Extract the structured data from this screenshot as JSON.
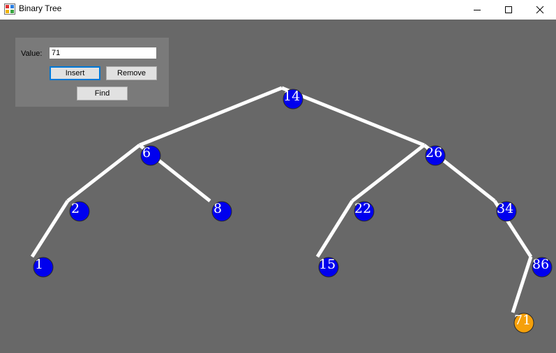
{
  "window": {
    "title": "Binary Tree"
  },
  "controls": {
    "value_label": "Value:",
    "value_input": "71",
    "insert_label": "Insert",
    "remove_label": "Remove",
    "find_label": "Find"
  },
  "colors": {
    "canvas_bg": "#686868",
    "panel_bg": "#7a7a7a",
    "edge": "#ffffff",
    "node_default": "#0000ee",
    "node_highlight": "#f5a00a"
  },
  "tree": {
    "nodes": [
      {
        "id": "n14",
        "label": "14",
        "highlight": false
      },
      {
        "id": "n6",
        "label": "6",
        "highlight": false
      },
      {
        "id": "n26",
        "label": "26",
        "highlight": false
      },
      {
        "id": "n2",
        "label": "2",
        "highlight": false
      },
      {
        "id": "n8",
        "label": "8",
        "highlight": false
      },
      {
        "id": "n22",
        "label": "22",
        "highlight": false
      },
      {
        "id": "n34",
        "label": "34",
        "highlight": false
      },
      {
        "id": "n1",
        "label": "1",
        "highlight": false
      },
      {
        "id": "n15",
        "label": "15",
        "highlight": false
      },
      {
        "id": "n86",
        "label": "86",
        "highlight": false
      },
      {
        "id": "n71",
        "label": "71",
        "highlight": true
      }
    ],
    "edges": [
      [
        "n14",
        "n6"
      ],
      [
        "n14",
        "n26"
      ],
      [
        "n6",
        "n2"
      ],
      [
        "n6",
        "n8"
      ],
      [
        "n26",
        "n22"
      ],
      [
        "n26",
        "n34"
      ],
      [
        "n2",
        "n1"
      ],
      [
        "n22",
        "n15"
      ],
      [
        "n34",
        "n86"
      ],
      [
        "n86",
        "n71"
      ]
    ]
  }
}
